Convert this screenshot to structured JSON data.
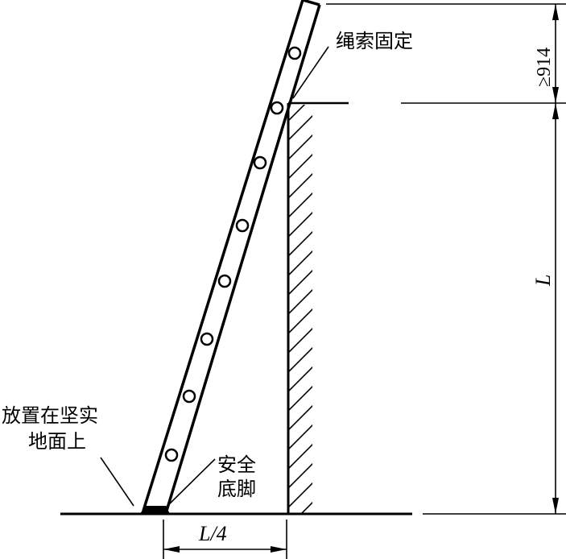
{
  "labels": {
    "rope_fixed": "绳索固定",
    "place_line1": "放置在坚实",
    "place_line2": "地面上",
    "safety_line1": "安全",
    "safety_line2": "底脚",
    "top_dim": "≥914",
    "height_var": "L",
    "base_var": "L/4"
  }
}
